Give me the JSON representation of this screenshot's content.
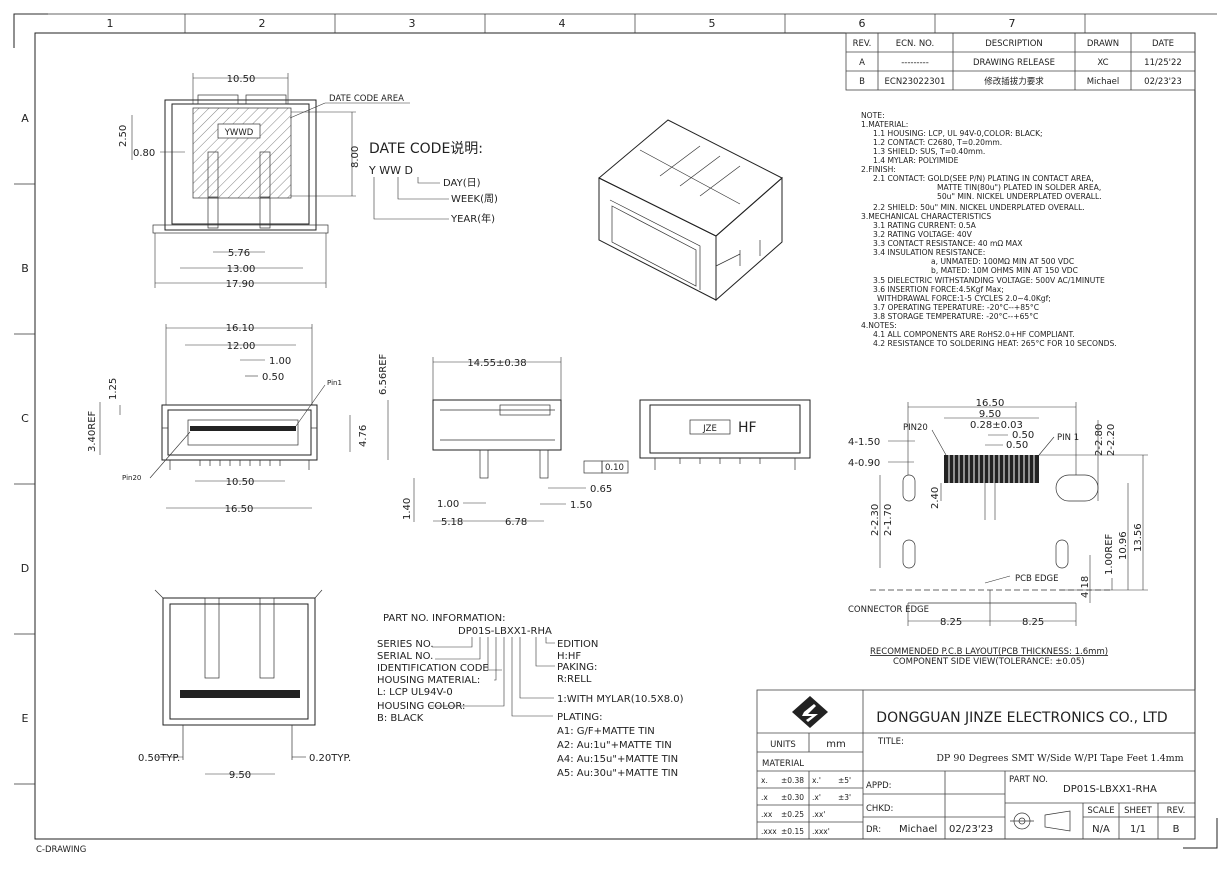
{
  "frame": {
    "top_zones": [
      "1",
      "2",
      "3",
      "4",
      "5",
      "6",
      "7"
    ],
    "left_zones": [
      "A",
      "B",
      "C",
      "D",
      "E"
    ],
    "footer_label": "C-DRAWING"
  },
  "revision_table": {
    "headers": [
      "REV.",
      "ECN. NO.",
      "DESCRIPTION",
      "DRAWN",
      "DATE"
    ],
    "rows": [
      [
        "A",
        "---------",
        "DRAWING RELEASE",
        "XC",
        "11/25'22"
      ],
      [
        "B",
        "ECN23022301",
        "修改插拔力要求",
        "Michael",
        "02/23'23"
      ]
    ]
  },
  "notes": [
    "NOTE:",
    "1.MATERIAL:",
    "1.1  HOUSING: LCP, UL 94V-0,COLOR: BLACK;",
    "1.2  CONTACT: C2680, T=0.20mm.",
    "1.3  SHIELD: SUS, T=0.40mm.",
    "1.4  MYLAR: POLYIMIDE",
    "2.FINISH:",
    "2.1  CONTACT:  GOLD(SEE P/N) PLATING IN CONTACT AREA,",
    "MATTE TIN(80u\") PLATED IN SOLDER AREA,",
    "50u\" MIN. NICKEL UNDERPLATED OVERALL.",
    "2.2  SHIELD: 50u\" MIN. NICKEL UNDERPLATED OVERALL.",
    "3.MECHANICAL CHARACTERISTICS",
    "3.1  RATING CURRENT: 0.5A",
    "3.2  RATING VOLTAGE: 40V",
    "3.3  CONTACT RESISTANCE: 40 mΩ MAX",
    "3.4  INSULATION RESISTANCE:",
    "a, UNMATED: 100MΩ MIN AT 500 VDC",
    "b, MATED:    10M OHMS MIN AT 150 VDC",
    "3.5  DIELECTRIC WITHSTANDING VOLTAGE: 500V AC/1MINUTE",
    "3.6  INSERTION FORCE:4.5Kgf Max;",
    "WITHDRAWAL FORCE:1-5 CYCLES 2.0~4.0Kgf;",
    "3.7  OPERATING TEPERATURE: -20°C--+85°C",
    "3.8  STORAGE TEMPERATURE: -20°C--+65°C",
    "4.NOTES:",
    "4.1  ALL COMPONENTS ARE RoHS2.0+HF COMPLIANT.",
    "4.2  RESISTANCE TO SOLDERING HEAT: 265°C FOR 10 SECONDS."
  ],
  "top_view": {
    "dims": [
      "10.50",
      "2.50",
      "0.80",
      "8.00",
      "5.76",
      "13.00",
      "17.90"
    ],
    "date_code_area": "DATE CODE AREA",
    "code_box": "YWWD"
  },
  "date_code": {
    "title": "DATE CODE说明:",
    "format": "Y WW D",
    "day": "DAY(日)",
    "week": "WEEK(周)",
    "year": "YEAR(年)"
  },
  "front_view": {
    "dims": [
      "16.10",
      "12.00",
      "1.00",
      "0.50",
      "3.40REF",
      "1.25",
      "4.76",
      "10.50",
      "16.50"
    ],
    "pin1": "Pin1",
    "pin20": "Pin20"
  },
  "side_view": {
    "dims": [
      "6.56REF",
      "14.55±0.38",
      "0.10",
      "0.65",
      "1.50",
      "1.40",
      "1.00",
      "5.18",
      "6.78"
    ]
  },
  "front2_view": {
    "logo_text": "HF"
  },
  "bottom_view": {
    "dims": [
      "0.50TYP.",
      "0.20TYP.",
      "9.50"
    ]
  },
  "part_info": {
    "title": "PART NO. INFORMATION:",
    "part_no": "DP01S-LBXX1-RHA",
    "labels": [
      "SERIES NO.",
      "SERIAL NO.",
      "IDENTIFICATION CODE",
      "HOUSING MATERIAL:",
      "L: LCP UL94V-0",
      "HOUSING COLOR:",
      "B: BLACK"
    ],
    "right_labels": [
      "EDITION",
      "H:HF",
      "PAKING:",
      "R:RELL",
      "1:WITH  MYLAR(10.5X8.0)",
      "PLATING:",
      "A1:  G/F+MATTE TIN",
      "A2:  Au:1u\"+MATTE TIN",
      "A4:  Au:15u\"+MATTE TIN",
      "A5:  Au:30u\"+MATTE TIN"
    ]
  },
  "pcb_layout": {
    "dims": [
      "16.50",
      "9.50",
      "0.28±0.03",
      "0.50",
      "0.50",
      "4-1.50",
      "4-0.90",
      "2-2.80",
      "2-2.20",
      "2.40",
      "2-2.30",
      "2-1.70",
      "10.96",
      "13.56",
      "1.00REF",
      "4.18",
      "8.25",
      "8.25"
    ],
    "pin20": "PIN20",
    "pin1": "PIN 1",
    "pcb_edge": "PCB EDGE",
    "connector_edge": "CONNECTOR EDGE",
    "caption1": "RECOMMENDED P.C.B LAYOUT(PCB THICKNESS: 1.6mm)",
    "caption2": "COMPONENT SIDE VIEW(TOLERANCE: ±0.05)"
  },
  "title_block": {
    "company": "DONGGUAN  JINZE  ELECTRONICS  CO.,  LTD",
    "units_label": "UNITS",
    "units": "mm",
    "material_label": "MATERIAL",
    "title_label": "TITLE:",
    "title": "DP 90 Degrees SMT W/Side W/PI Tape Feet 1.4mm",
    "tolerances": [
      [
        "x.",
        "±0.38",
        "x.'",
        "±5'"
      ],
      [
        ".x",
        "±0.30",
        ".x'",
        "±3'"
      ],
      [
        ".xx",
        "±0.25",
        ".xx'",
        ""
      ],
      [
        ".xxx",
        "±0.15",
        ".xxx'",
        ""
      ]
    ],
    "appd_label": "APPD:",
    "chkd_label": "CHKD:",
    "dr_label": "DR:",
    "dr_name": "Michael",
    "dr_date": "02/23'23",
    "partno_label": "PART NO.",
    "partno": "DP01S-LBXX1-RHA",
    "scale_label": "SCALE",
    "sheet_label": "SHEET",
    "rev_label": "REV.",
    "scale": "N/A",
    "sheet": "1/1",
    "rev": "B"
  }
}
